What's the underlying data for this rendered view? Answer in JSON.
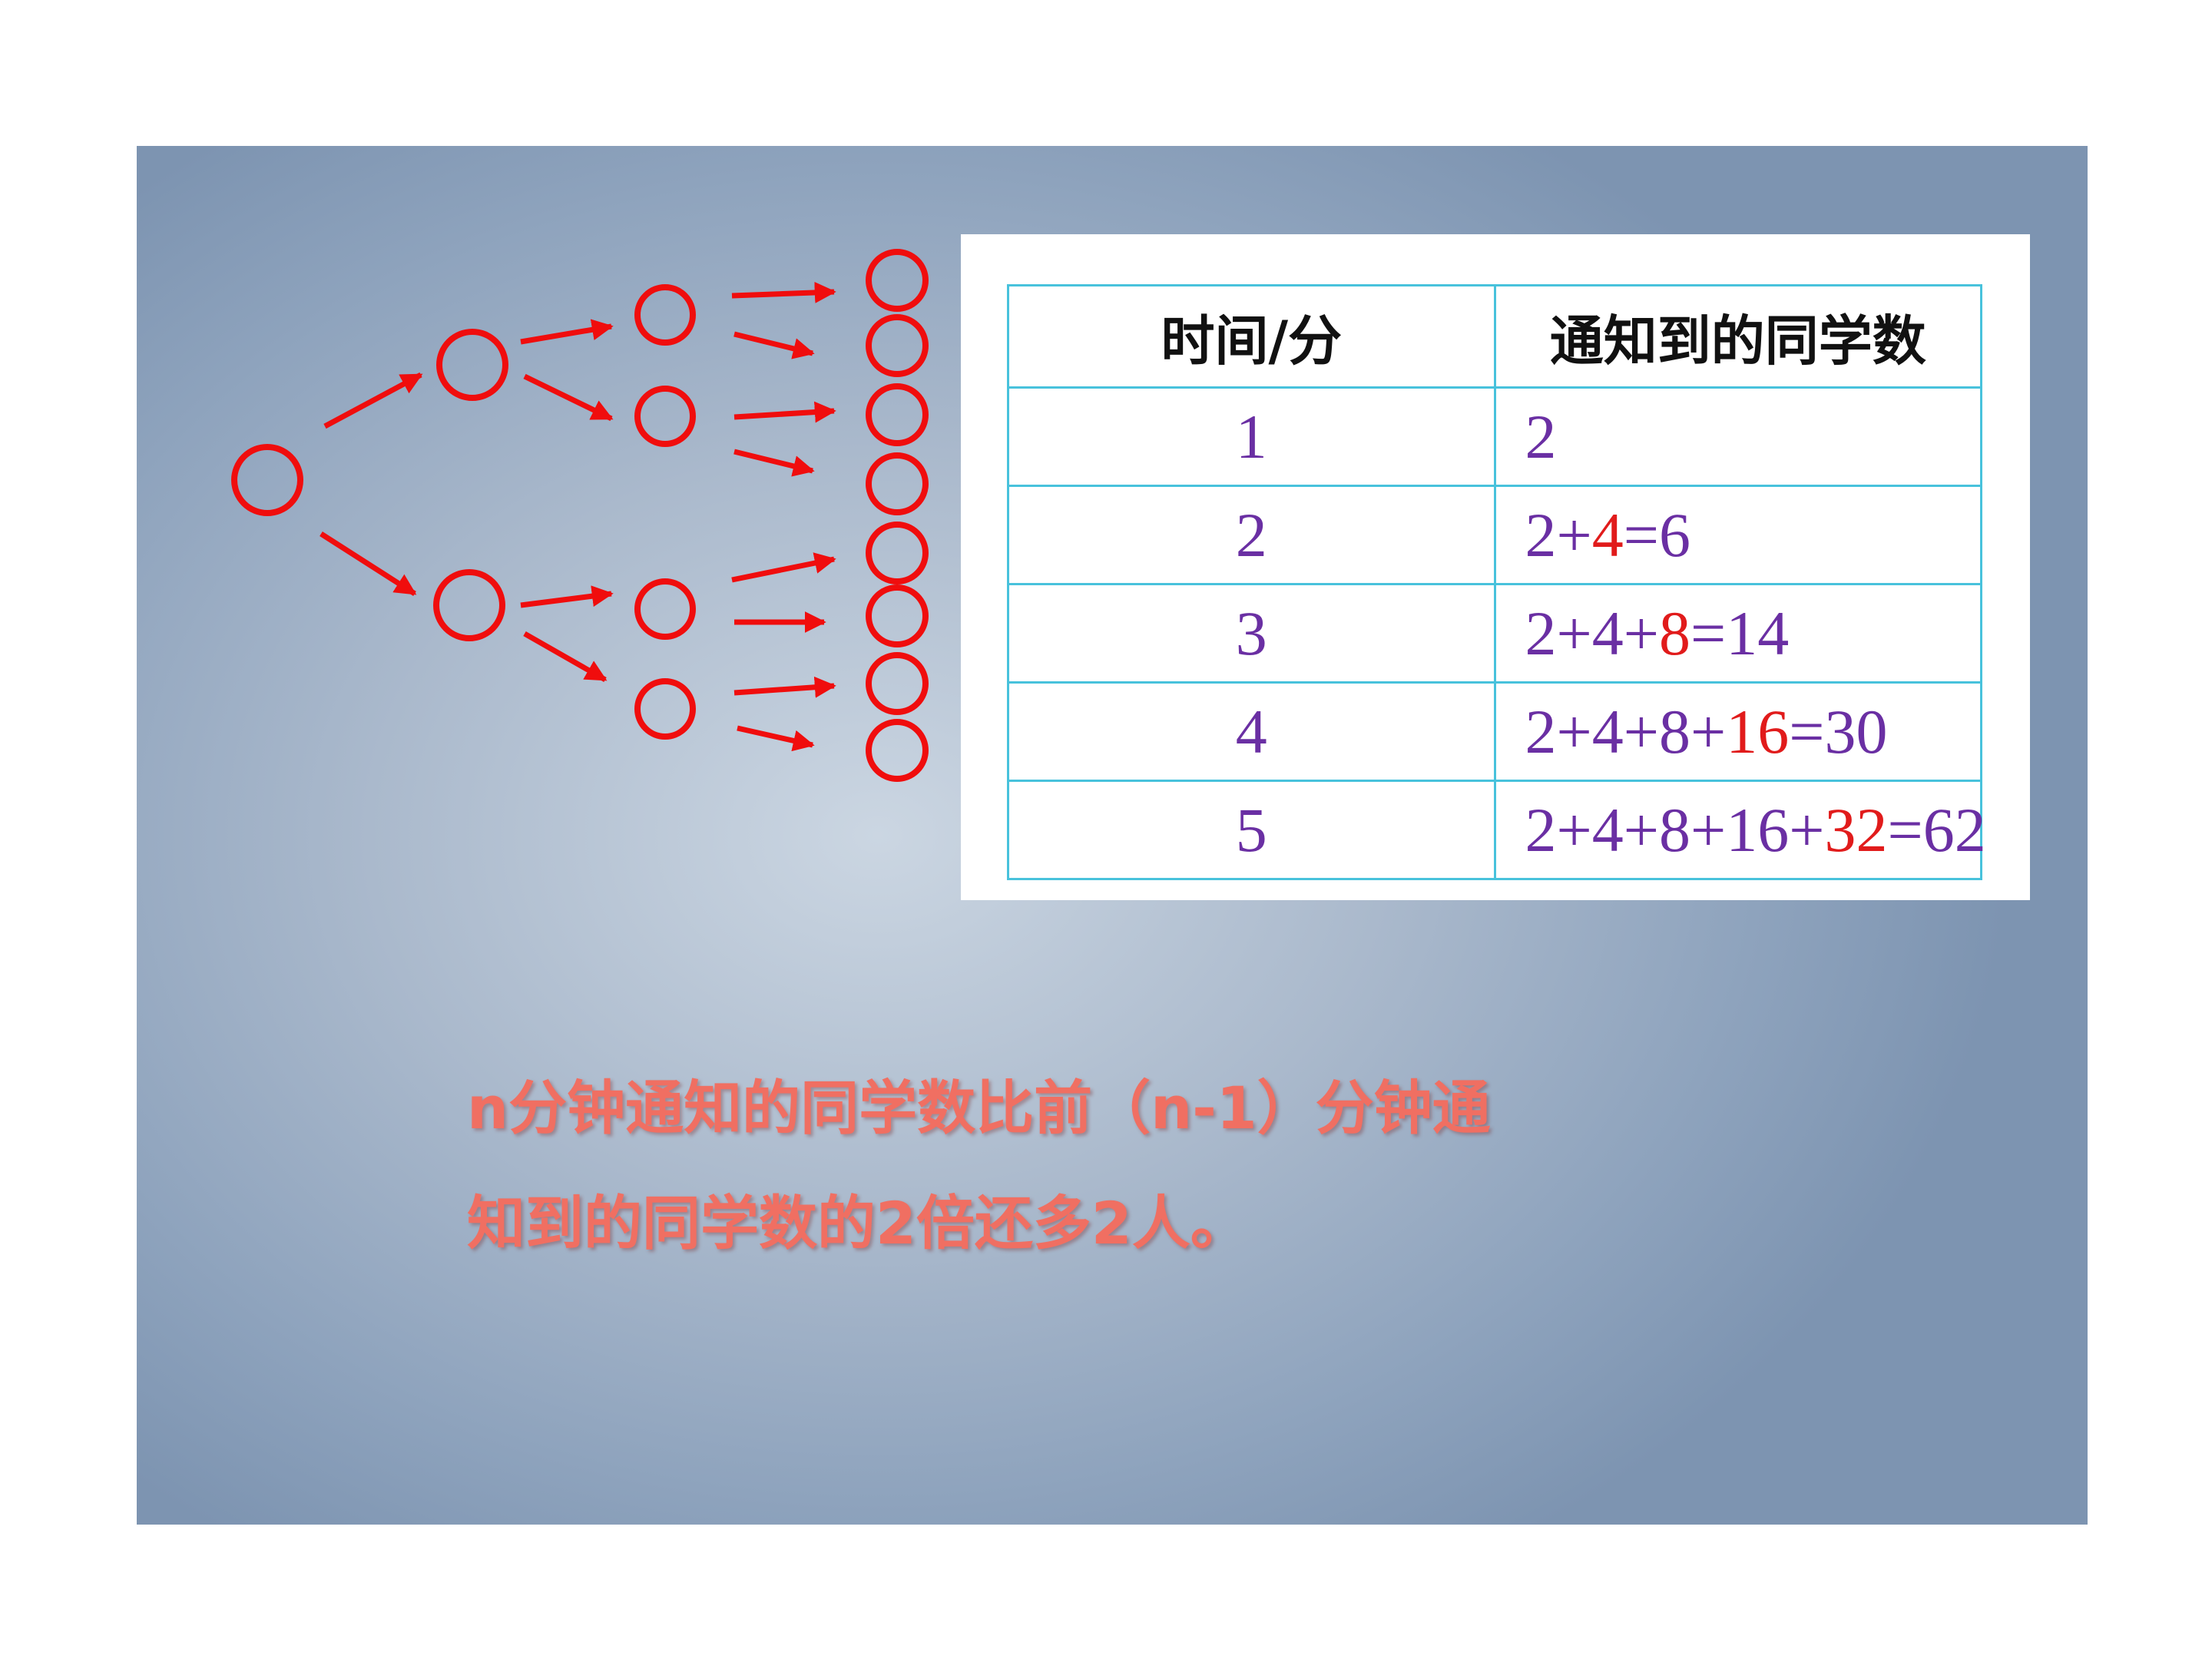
{
  "colors": {
    "diagram": "#f00d0d",
    "highlight": "#e11b1b",
    "table_text": "#6a2fa3",
    "table_border": "#48c2dc",
    "conclusion_text": "#f06f62"
  },
  "tree": {
    "levels": [
      1,
      2,
      4,
      8
    ],
    "final_circles": 8,
    "node_shape": "circle",
    "edge_shape": "arrow"
  },
  "table": {
    "headers": {
      "time": "时间/分",
      "count": "通知到的同学数"
    },
    "rows": [
      {
        "time": "1",
        "expr_pre": "2",
        "expr_hl": "",
        "expr_post": ""
      },
      {
        "time": "2",
        "expr_pre": "2+",
        "expr_hl": "4",
        "expr_post": "=6"
      },
      {
        "time": "3",
        "expr_pre": "2+4+",
        "expr_hl": "8",
        "expr_post": "=14"
      },
      {
        "time": "4",
        "expr_pre": "2+4+8+",
        "expr_hl": "16",
        "expr_post": "=30"
      },
      {
        "time": "5",
        "expr_pre": "2+4+8+16+",
        "expr_hl": "32",
        "expr_post": "=62"
      }
    ]
  },
  "conclusion": {
    "line1": "n分钟通知的同学数比前（n-1）分钟通",
    "line2": "知到的同学数的2倍还多2人。"
  }
}
